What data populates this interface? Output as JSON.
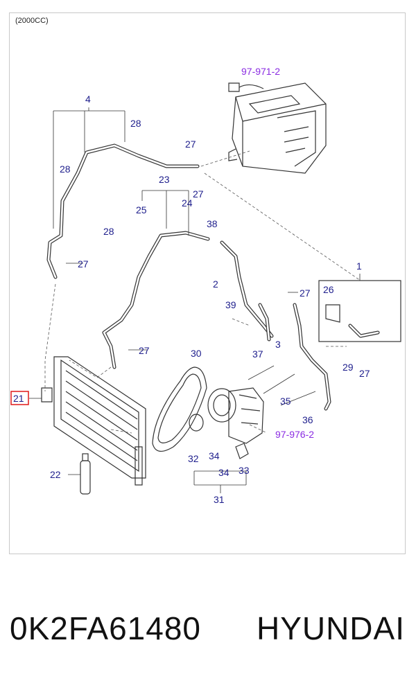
{
  "diagram": {
    "variant_label": "(2000CC)",
    "highlighted_part": "21",
    "callouts": [
      {
        "id": "c-97-971-2",
        "text": "97-971-2",
        "ref": true
      },
      {
        "id": "c-4",
        "text": "4"
      },
      {
        "id": "c-28a",
        "text": "28"
      },
      {
        "id": "c-27a",
        "text": "27"
      },
      {
        "id": "c-28b",
        "text": "28"
      },
      {
        "id": "c-23",
        "text": "23"
      },
      {
        "id": "c-27b",
        "text": "27"
      },
      {
        "id": "c-25",
        "text": "25"
      },
      {
        "id": "c-24",
        "text": "24"
      },
      {
        "id": "c-28c",
        "text": "28"
      },
      {
        "id": "c-38",
        "text": "38"
      },
      {
        "id": "c-27c",
        "text": "27"
      },
      {
        "id": "c-1",
        "text": "1"
      },
      {
        "id": "c-2",
        "text": "2"
      },
      {
        "id": "c-26",
        "text": "26"
      },
      {
        "id": "c-27d",
        "text": "27"
      },
      {
        "id": "c-39",
        "text": "39"
      },
      {
        "id": "c-3",
        "text": "3"
      },
      {
        "id": "c-27e",
        "text": "27"
      },
      {
        "id": "c-30",
        "text": "30"
      },
      {
        "id": "c-37",
        "text": "37"
      },
      {
        "id": "c-29",
        "text": "29"
      },
      {
        "id": "c-27f",
        "text": "27"
      },
      {
        "id": "c-21",
        "text": "21"
      },
      {
        "id": "c-35",
        "text": "35"
      },
      {
        "id": "c-36",
        "text": "36"
      },
      {
        "id": "c-97-976-2",
        "text": "97-976-2",
        "ref": true
      },
      {
        "id": "c-32",
        "text": "32"
      },
      {
        "id": "c-34a",
        "text": "34"
      },
      {
        "id": "c-22",
        "text": "22"
      },
      {
        "id": "c-34b",
        "text": "34"
      },
      {
        "id": "c-33",
        "text": "33"
      },
      {
        "id": "c-31",
        "text": "31"
      }
    ]
  },
  "footer": {
    "part_number": "0K2FA61480",
    "brand": "HYUNDAI"
  }
}
